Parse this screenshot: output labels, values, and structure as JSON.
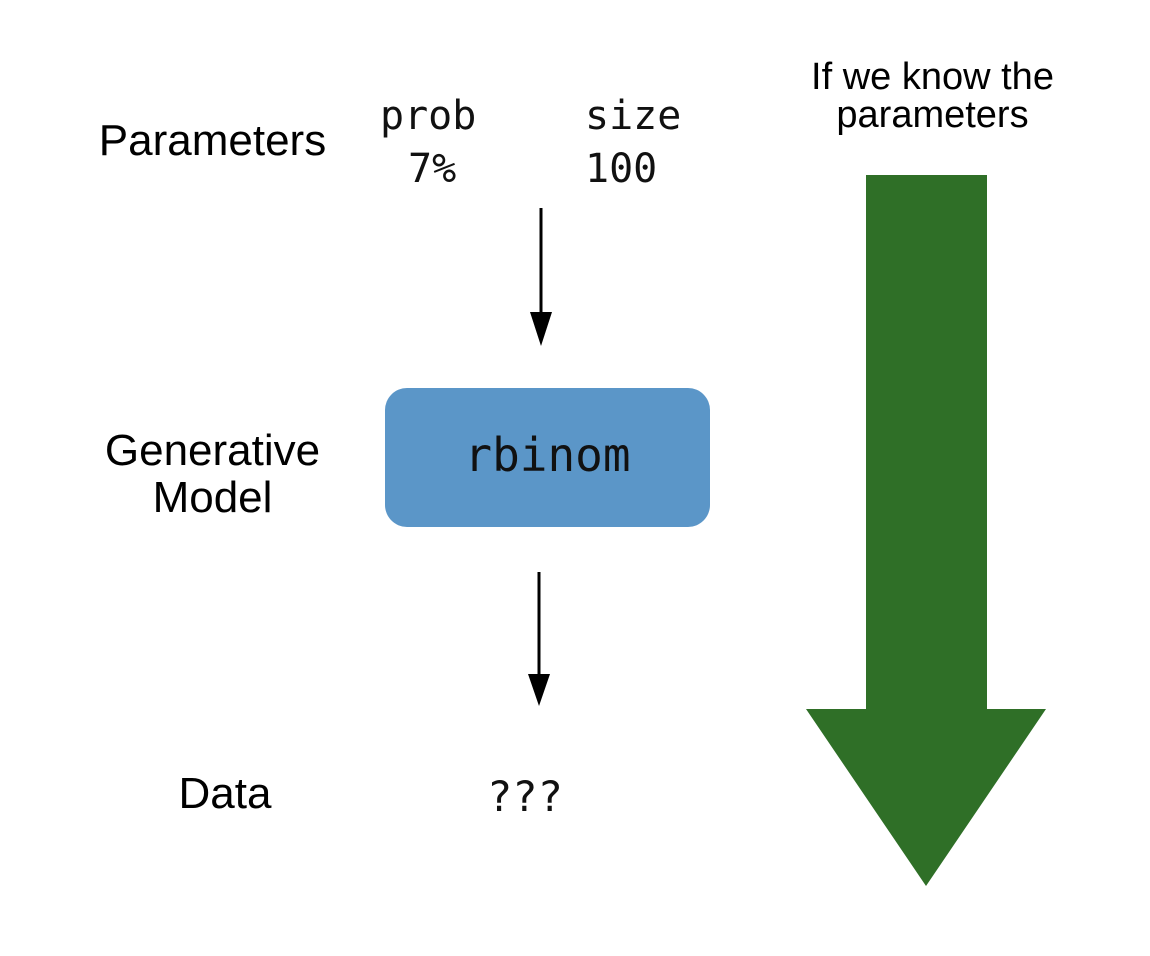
{
  "rows": {
    "parameters": "Parameters",
    "model": "Generative\nModel",
    "data": "Data"
  },
  "parameters": [
    {
      "name": "prob",
      "value": "7%"
    },
    {
      "name": "size",
      "value": "100"
    }
  ],
  "model": {
    "function": "rbinom",
    "color": "#5b96c8"
  },
  "data": {
    "value": "???"
  },
  "note": "If we know the\nparameters",
  "colors": {
    "big_arrow": "#2f6f27",
    "small_arrow": "#000000"
  }
}
